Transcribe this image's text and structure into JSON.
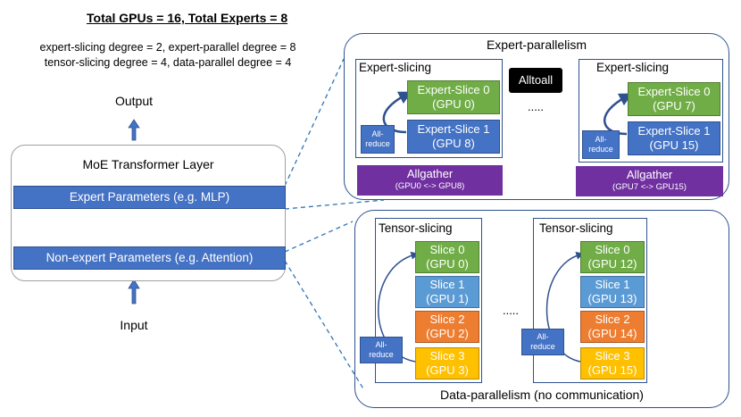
{
  "header": {
    "title": "Total GPUs = 16, Total Experts = 8",
    "line1": "expert-slicing degree = 2, expert-parallel degree = 8",
    "line2": "tensor-slicing degree = 4, data-parallel degree = 4"
  },
  "left": {
    "output": "Output",
    "input": "Input",
    "layer_title": "MoE Transformer Layer",
    "expert_params": "Expert Parameters (e.g. MLP)",
    "nonexpert_params": "Non-expert Parameters (e.g. Attention)"
  },
  "expert_parallelism": {
    "title": "Expert-parallelism",
    "alltoall": "Alltoall",
    "dots": ".....",
    "groups": [
      {
        "label": "Expert-slicing",
        "slices": [
          {
            "name": "Expert-Slice 0",
            "gpu": "(GPU 0)"
          },
          {
            "name": "Expert-Slice 1",
            "gpu": "(GPU 8)"
          }
        ],
        "allreduce": [
          "All-",
          "reduce"
        ],
        "allgather": "Allgather",
        "allgather_sub": "(GPU0 <-> GPU8)"
      },
      {
        "label": "Expert-slicing",
        "slices": [
          {
            "name": "Expert-Slice 0",
            "gpu": "(GPU 7)"
          },
          {
            "name": "Expert-Slice 1",
            "gpu": "(GPU 15)"
          }
        ],
        "allreduce": [
          "All-",
          "reduce"
        ],
        "allgather": "Allgather",
        "allgather_sub": "(GPU7 <-> GPU15)"
      }
    ]
  },
  "data_parallelism": {
    "title": "Data-parallelism (no communication)",
    "dots": ".....",
    "groups": [
      {
        "label": "Tensor-slicing",
        "slices": [
          {
            "name": "Slice 0",
            "gpu": "(GPU 0)"
          },
          {
            "name": "Slice 1",
            "gpu": "(GPU 1)"
          },
          {
            "name": "Slice 2",
            "gpu": "(GPU 2)"
          },
          {
            "name": "Slice 3",
            "gpu": "(GPU 3)"
          }
        ],
        "allreduce": [
          "All-",
          "reduce"
        ]
      },
      {
        "label": "Tensor-slicing",
        "slices": [
          {
            "name": "Slice 0",
            "gpu": "(GPU 12)"
          },
          {
            "name": "Slice 1",
            "gpu": "(GPU 13)"
          },
          {
            "name": "Slice 2",
            "gpu": "(GPU 14)"
          },
          {
            "name": "Slice 3",
            "gpu": "(GPU 15)"
          }
        ],
        "allreduce": [
          "All-",
          "reduce"
        ]
      }
    ]
  },
  "colors": {
    "blue": "#4472c4",
    "green": "#70ad47",
    "light_blue": "#5b9bd5",
    "orange": "#ed7d31",
    "yellow": "#ffc000",
    "purple": "#7030a0",
    "outline": "#2f528f"
  }
}
